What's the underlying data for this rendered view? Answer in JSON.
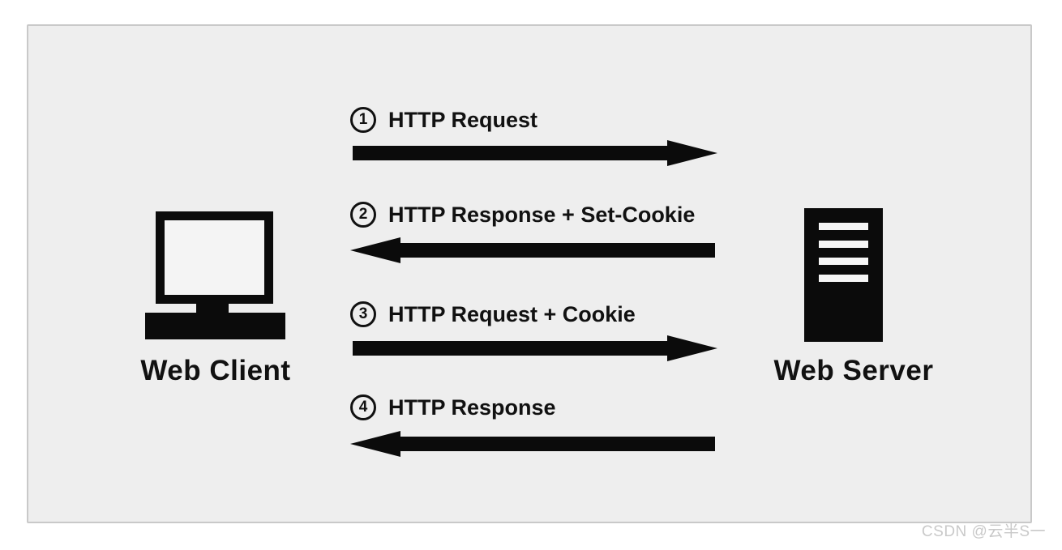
{
  "panel": {
    "background": "#eeeeee",
    "border_color": "#c9c9c9"
  },
  "colors": {
    "ink": "#0b0b0b",
    "watermark": "#c9c9c9"
  },
  "client": {
    "label": "Web Client"
  },
  "server": {
    "label": "Web Server"
  },
  "messages": [
    {
      "num": "1",
      "label": "HTTP Request",
      "direction": "right"
    },
    {
      "num": "2",
      "label": "HTTP Response + Set-Cookie",
      "direction": "left"
    },
    {
      "num": "3",
      "label": "HTTP Request + Cookie",
      "direction": "right"
    },
    {
      "num": "4",
      "label": "HTTP Response",
      "direction": "left"
    }
  ],
  "watermark": "CSDN @云半S一"
}
